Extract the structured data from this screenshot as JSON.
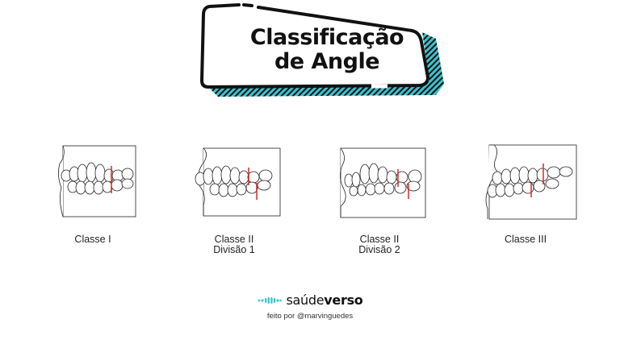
{
  "title": {
    "line1": "Classificação",
    "line2": "de Angle",
    "accent_color": "#3cc3cf"
  },
  "classes": [
    {
      "label_line1": "Classe I",
      "label_line2": ""
    },
    {
      "label_line1": "Classe II",
      "label_line2": "Divisão 1"
    },
    {
      "label_line1": "Classe II",
      "label_line2": "Divisão 2"
    },
    {
      "label_line1": "Classe III",
      "label_line2": ""
    }
  ],
  "footer": {
    "brand_light": "saúde",
    "brand_bold": "verso",
    "credit": "feito por @marvinguedes",
    "logo_icon": "sound-wave-icon",
    "logo_color": "#3cc3cf"
  },
  "marker_color": "#e02424"
}
